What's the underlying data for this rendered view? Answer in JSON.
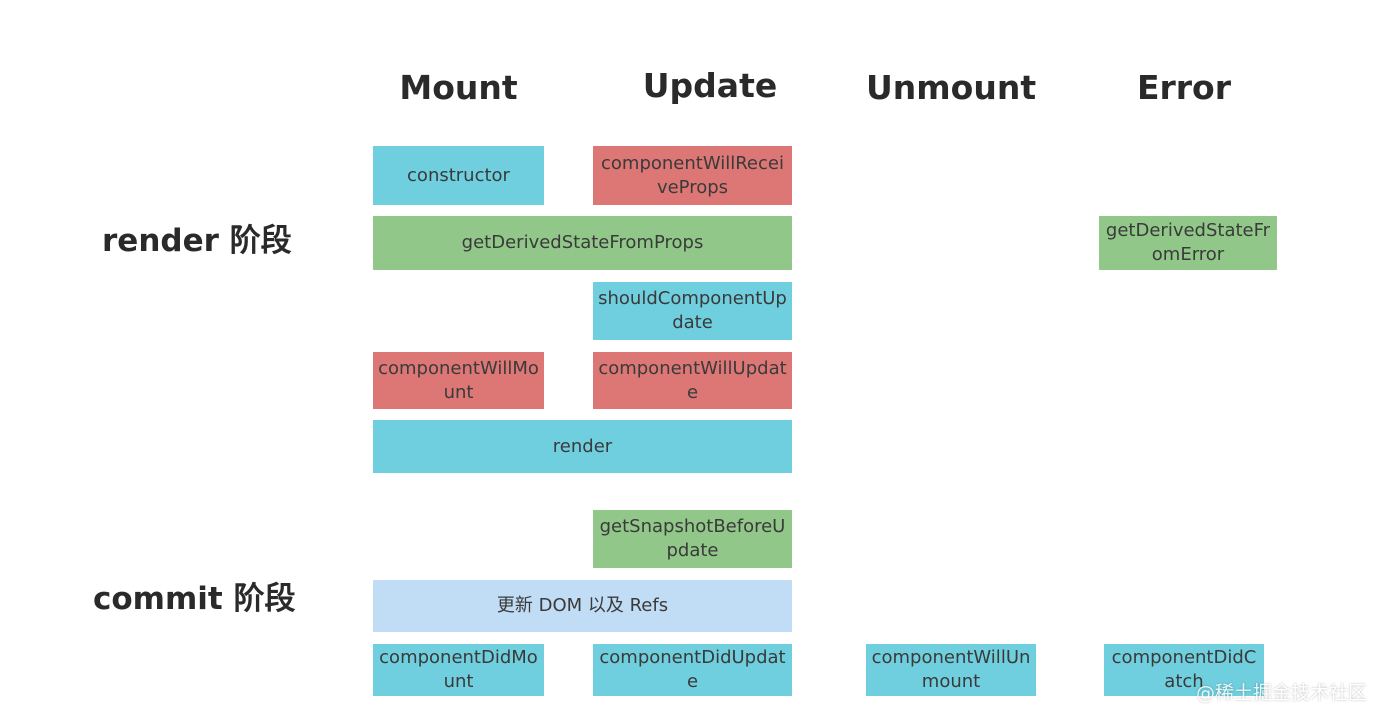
{
  "headers": {
    "mount": "Mount",
    "update": "Update",
    "unmount": "Unmount",
    "error": "Error"
  },
  "phases": {
    "render": "render 阶段",
    "commit": "commit 阶段"
  },
  "boxes": {
    "constructor": "constructor",
    "componentWillReceiveProps": "componentWillReceiveProps",
    "getDerivedStateFromProps": "getDerivedStateFromProps",
    "getDerivedStateFromError": "getDerivedStateFromError",
    "shouldComponentUpdate": "shouldComponentUpdate",
    "componentWillMount": "componentWillMount",
    "componentWillUpdate": "componentWillUpdate",
    "render": "render",
    "getSnapshotBeforeUpdate": "getSnapshotBeforeUpdate",
    "updateDomRefs": "更新 DOM 以及 Refs",
    "componentDidMount": "componentDidMount",
    "componentDidUpdate": "componentDidUpdate",
    "componentWillUnmount": "componentWillUnmount",
    "componentDidCatch": "componentDidCatch"
  },
  "colors": {
    "cyan": "#6fcfde",
    "red": "#dc7775",
    "green": "#91c789",
    "light_blue": "#c1ddf5"
  },
  "watermark": "@稀土掘金技术社区"
}
